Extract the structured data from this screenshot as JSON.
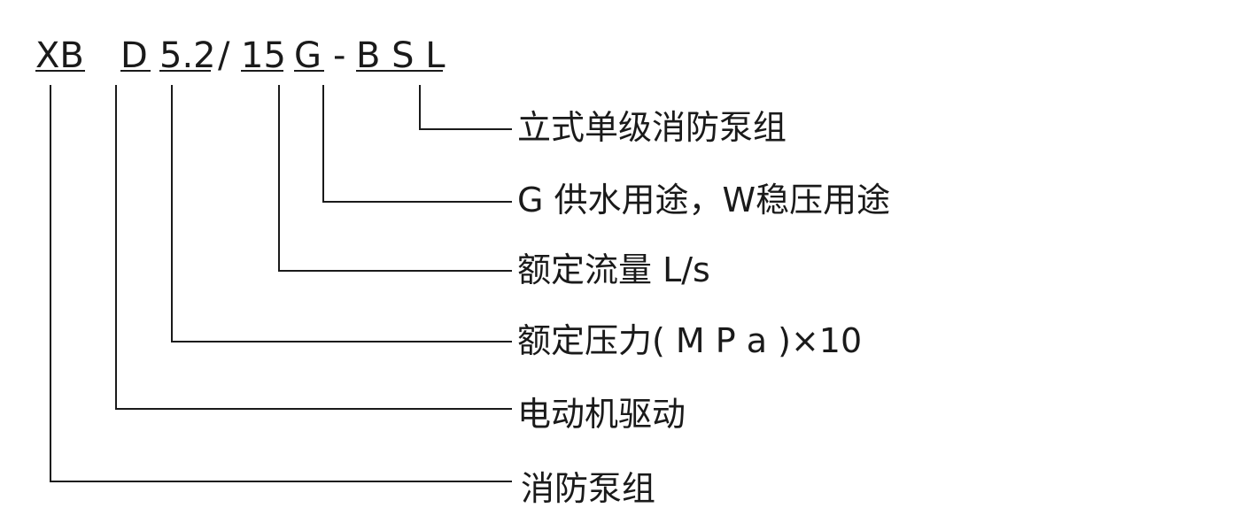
{
  "model_code": {
    "segments": [
      {
        "id": "xb",
        "text": "XB"
      },
      {
        "id": "d",
        "text": "D"
      },
      {
        "id": "press",
        "text": "5.2"
      },
      {
        "id": "flow",
        "text": "15"
      },
      {
        "id": "g",
        "text": "G"
      },
      {
        "id": "bsl",
        "text": "B S L"
      }
    ],
    "separators": {
      "slash": "/",
      "dash": "-"
    }
  },
  "labels": [
    {
      "id": "bsl",
      "text": "立式单级消防泵组"
    },
    {
      "id": "g",
      "text": "G 供水用途，W稳压用途"
    },
    {
      "id": "flow",
      "text": "额定流量 L/s"
    },
    {
      "id": "press",
      "text": "额定压力( M P a )×10"
    },
    {
      "id": "d",
      "text": "电动机驱动"
    },
    {
      "id": "xb",
      "text": "消防泵组"
    }
  ]
}
